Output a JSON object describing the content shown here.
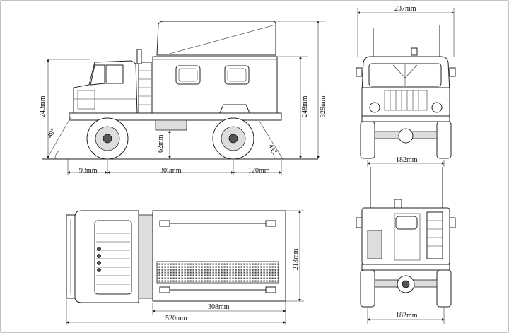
{
  "dimensions": {
    "side_height_cab": "243mm",
    "side_height_box": "248mm",
    "side_height_total": "329mm",
    "approach_angle": "49°",
    "departure_angle": "41°",
    "ground_clearance": "62mm",
    "front_overhang": "93mm",
    "wheelbase": "305mm",
    "rear_overhang": "120mm",
    "front_width_top": "237mm",
    "front_track": "182mm",
    "top_length_box": "308mm",
    "top_length_total": "520mm",
    "top_width": "213mm",
    "rear_track": "182mm"
  }
}
